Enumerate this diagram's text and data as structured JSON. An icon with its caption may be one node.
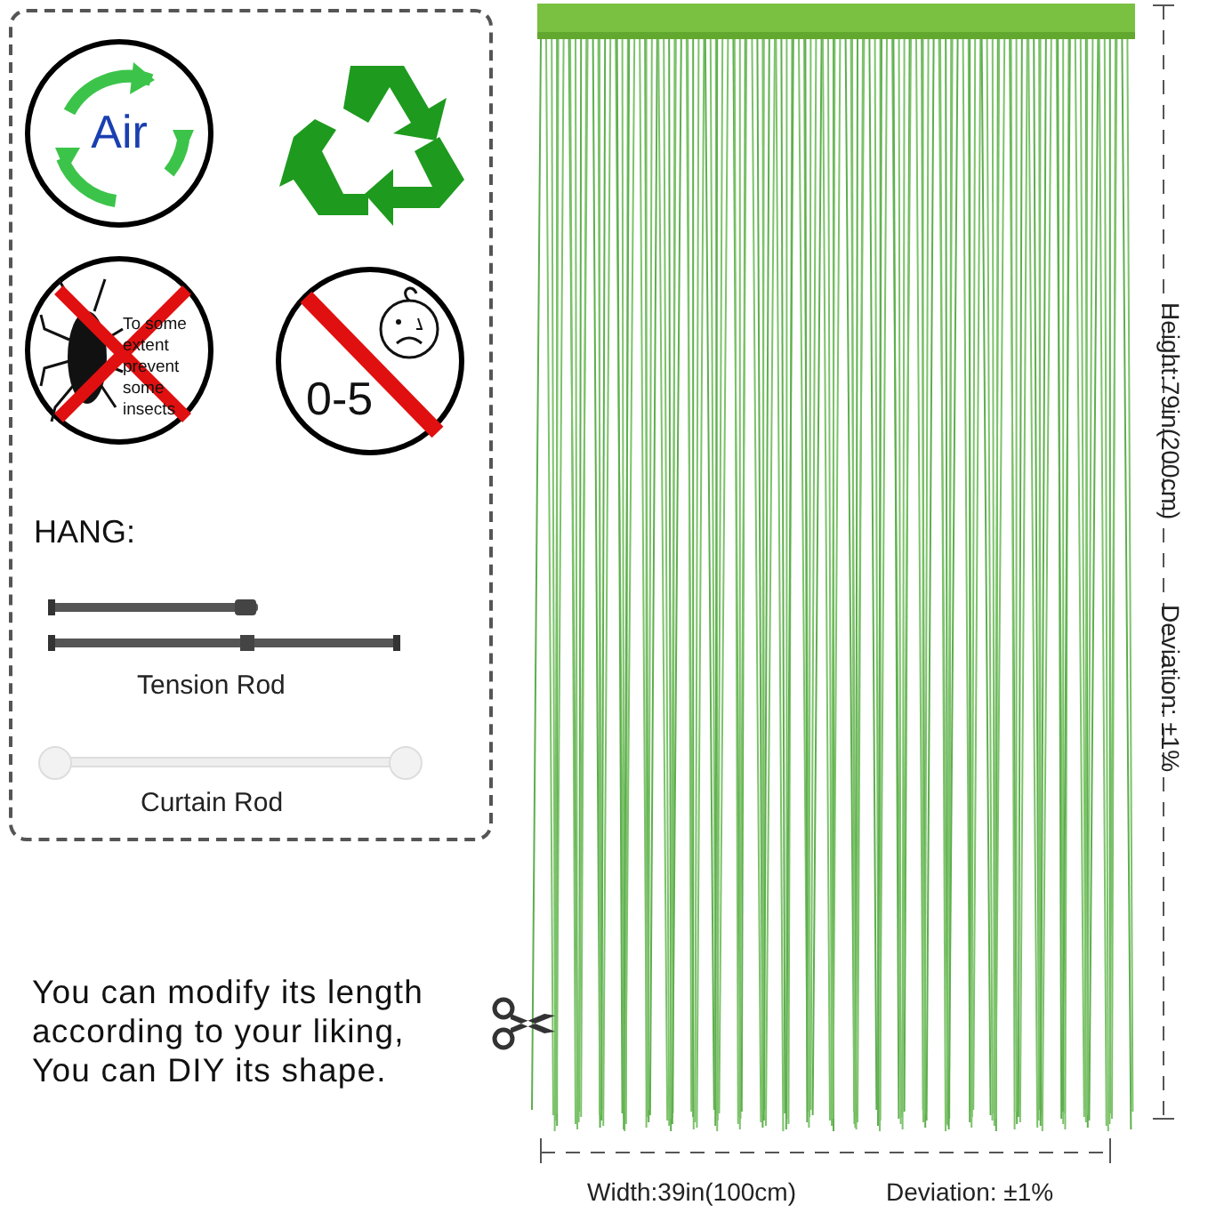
{
  "diagram": {
    "nodes": [
      {
        "text": [
          "HANG:",
          "Tension Rod",
          "Curtain Rod"
        ]
      },
      {
        "text": [
          "Air"
        ],
        "in": 0
      },
      {
        "text": [
          "To some extent prevent some insects"
        ],
        "in": 0
      },
      {
        "text": [
          "0-5"
        ],
        "in": 0
      }
    ],
    "labels": [
      "You can modify its length according to your liking, You can DIY its shape.",
      "Height:79in(200cm)",
      "Deviation: ±1%",
      "Width:39in(100cm)",
      "Deviation: ±1%"
    ]
  }
}
